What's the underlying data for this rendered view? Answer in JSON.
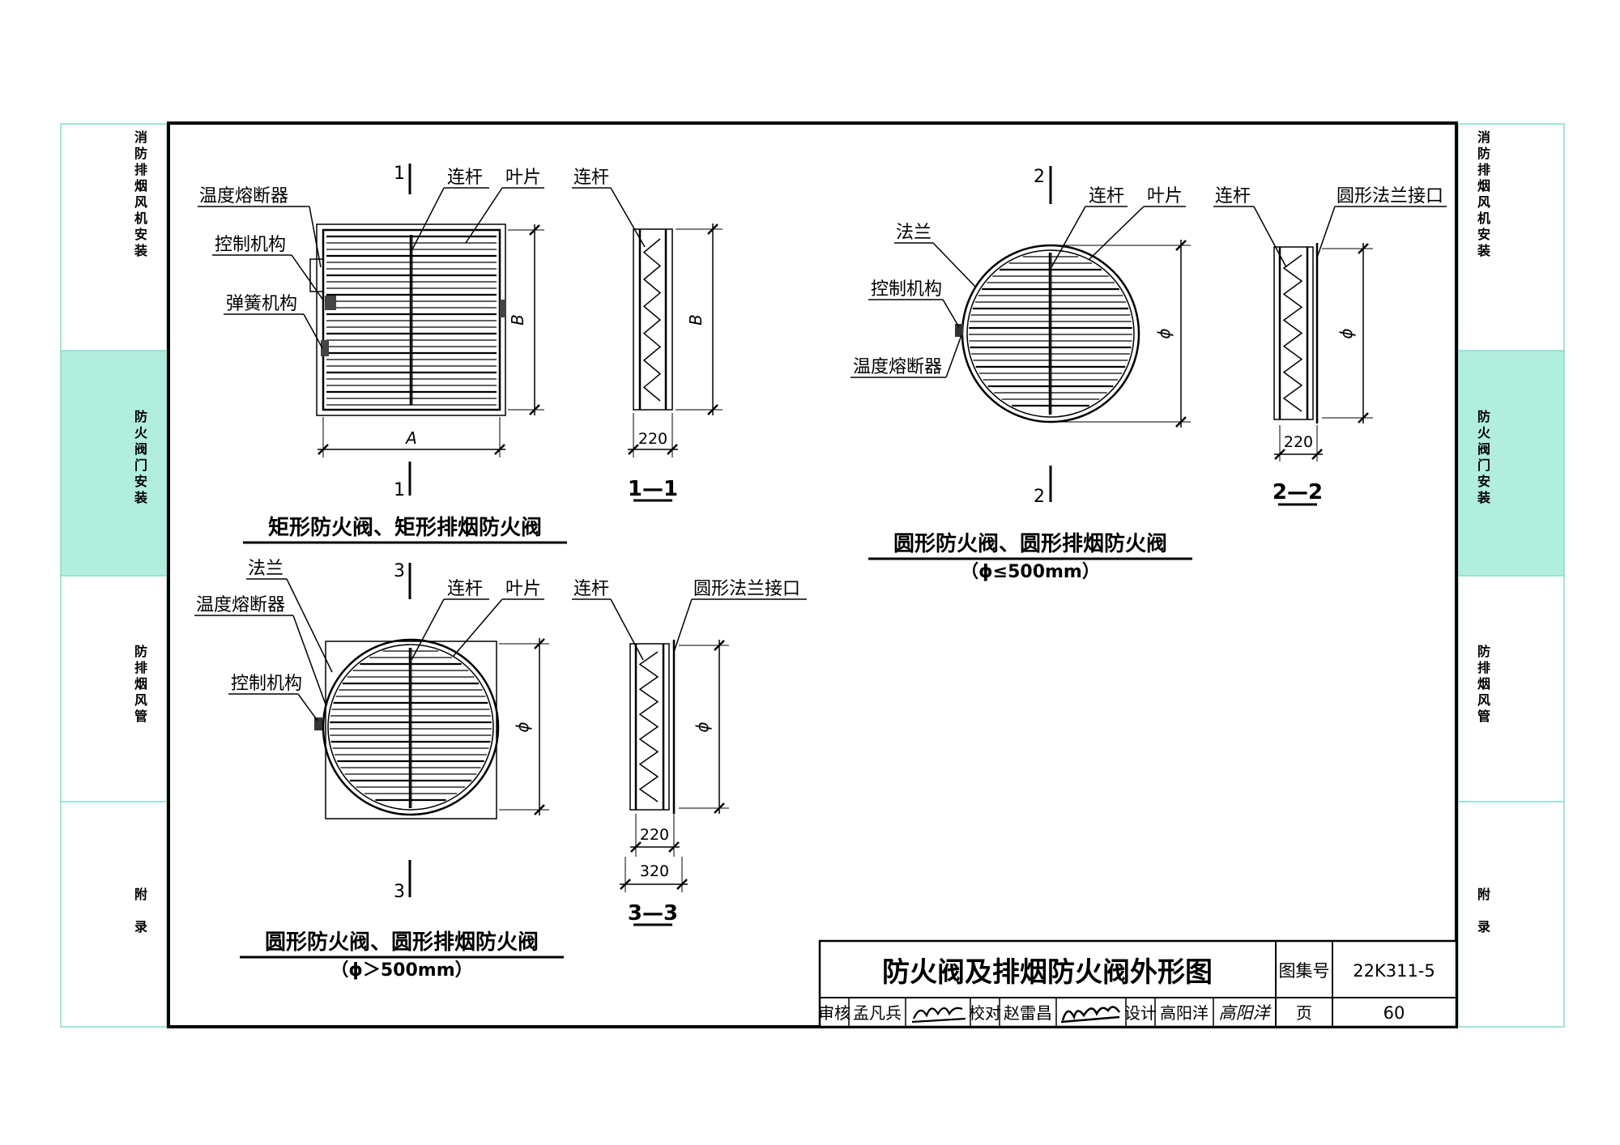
{
  "side_tabs": {
    "left": [
      "消防排烟风机安装",
      "防火阀门安装",
      "防排烟风管",
      "附录"
    ],
    "right": [
      "消防排烟风机安装",
      "防火阀门安装",
      "防排烟风管",
      "附录"
    ],
    "highlight_color": "#b2eedd",
    "line_color": "#7fe0cc"
  },
  "view1": {
    "labels": {
      "fuse": "温度熔断器",
      "control": "控制机构",
      "spring": "弹簧机构",
      "link": "连杆",
      "blade": "叶片"
    },
    "dim_a": "A",
    "dim_b": "B",
    "section_mark": "1",
    "section": {
      "link": "连杆",
      "dim_b": "B",
      "dim_depth": "220",
      "name": "1—1"
    },
    "title": "矩形防火阀、矩形排烟防火阀"
  },
  "view2": {
    "labels": {
      "flange": "法兰",
      "control": "控制机构",
      "fuse": "温度熔断器",
      "link": "连杆",
      "blade": "叶片"
    },
    "dim_phi": "ϕ",
    "section_mark": "2",
    "section": {
      "link": "连杆",
      "flange_port": "圆形法兰接口",
      "dim_phi": "ϕ",
      "dim_depth": "220",
      "name": "2—2"
    },
    "title": "圆形防火阀、圆形排烟防火阀",
    "subtitle": "（ϕ≤500mm）"
  },
  "view3": {
    "labels": {
      "flange": "法兰",
      "fuse": "温度熔断器",
      "control": "控制机构",
      "link": "连杆",
      "blade": "叶片"
    },
    "dim_phi": "ϕ",
    "section_mark": "3",
    "section": {
      "link": "连杆",
      "flange_port": "圆形法兰接口",
      "dim_phi": "ϕ",
      "dim_depth": "220",
      "dim_total": "320",
      "name": "3—3"
    },
    "title": "圆形防火阀、圆形排烟防火阀",
    "subtitle": "（ϕ＞500mm）"
  },
  "title_block": {
    "title": "防火阀及排烟防火阀外形图",
    "atlas_label": "图集号",
    "atlas_no": "22K311-5",
    "review_label": "审核",
    "reviewer": "孟凡兵",
    "check_label": "校对",
    "checker": "赵雷昌",
    "design_label": "设计",
    "designer": "高阳洋",
    "designer_sign": "高阳洋",
    "page_label": "页",
    "page_no": "60"
  }
}
